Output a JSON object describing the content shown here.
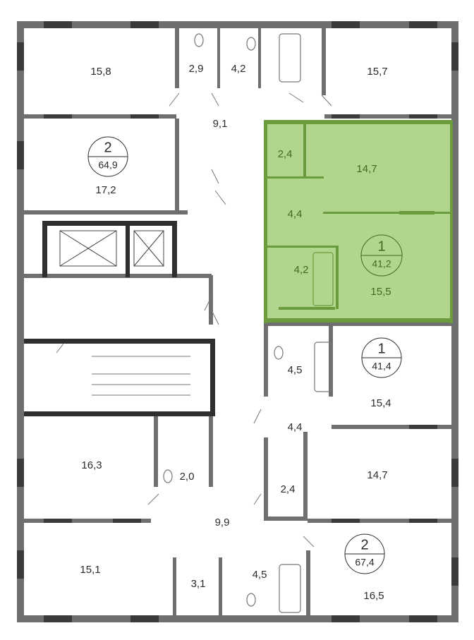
{
  "colors": {
    "highlight_fill": "#b1d58d",
    "highlight_wall": "#6a9c3e",
    "highlight_text": "#3d6b1f",
    "wall": "#6f6f6f"
  },
  "rooms": [
    {
      "id": "r1",
      "area": "15,8"
    },
    {
      "id": "r2",
      "area": "2,9"
    },
    {
      "id": "r3",
      "area": "4,2"
    },
    {
      "id": "r4",
      "area": "15,7"
    },
    {
      "id": "r5",
      "area": "9,1"
    },
    {
      "id": "r6",
      "area": "17,2"
    },
    {
      "id": "r7",
      "area": "2,4"
    },
    {
      "id": "r8",
      "area": "14,7"
    },
    {
      "id": "r9",
      "area": "4,4"
    },
    {
      "id": "r10",
      "area": "4,2"
    },
    {
      "id": "r11",
      "area": "15,5"
    },
    {
      "id": "r12",
      "area": "4,5"
    },
    {
      "id": "r13",
      "area": "15,4"
    },
    {
      "id": "r14",
      "area": "4,4"
    },
    {
      "id": "r15",
      "area": "14,7"
    },
    {
      "id": "r16",
      "area": "2,4"
    },
    {
      "id": "r17",
      "area": "16,3"
    },
    {
      "id": "r18",
      "area": "2,0"
    },
    {
      "id": "r19",
      "area": "9,9"
    },
    {
      "id": "r20",
      "area": "15,1"
    },
    {
      "id": "r21",
      "area": "3,1"
    },
    {
      "id": "r22",
      "area": "4,5"
    },
    {
      "id": "r23",
      "area": "16,5"
    }
  ],
  "apartments": [
    {
      "rooms": "2",
      "area": "64,9",
      "selected": false
    },
    {
      "rooms": "1",
      "area": "41,2",
      "selected": true
    },
    {
      "rooms": "1",
      "area": "41,4",
      "selected": false
    },
    {
      "rooms": "2",
      "area": "67,4",
      "selected": false
    }
  ]
}
